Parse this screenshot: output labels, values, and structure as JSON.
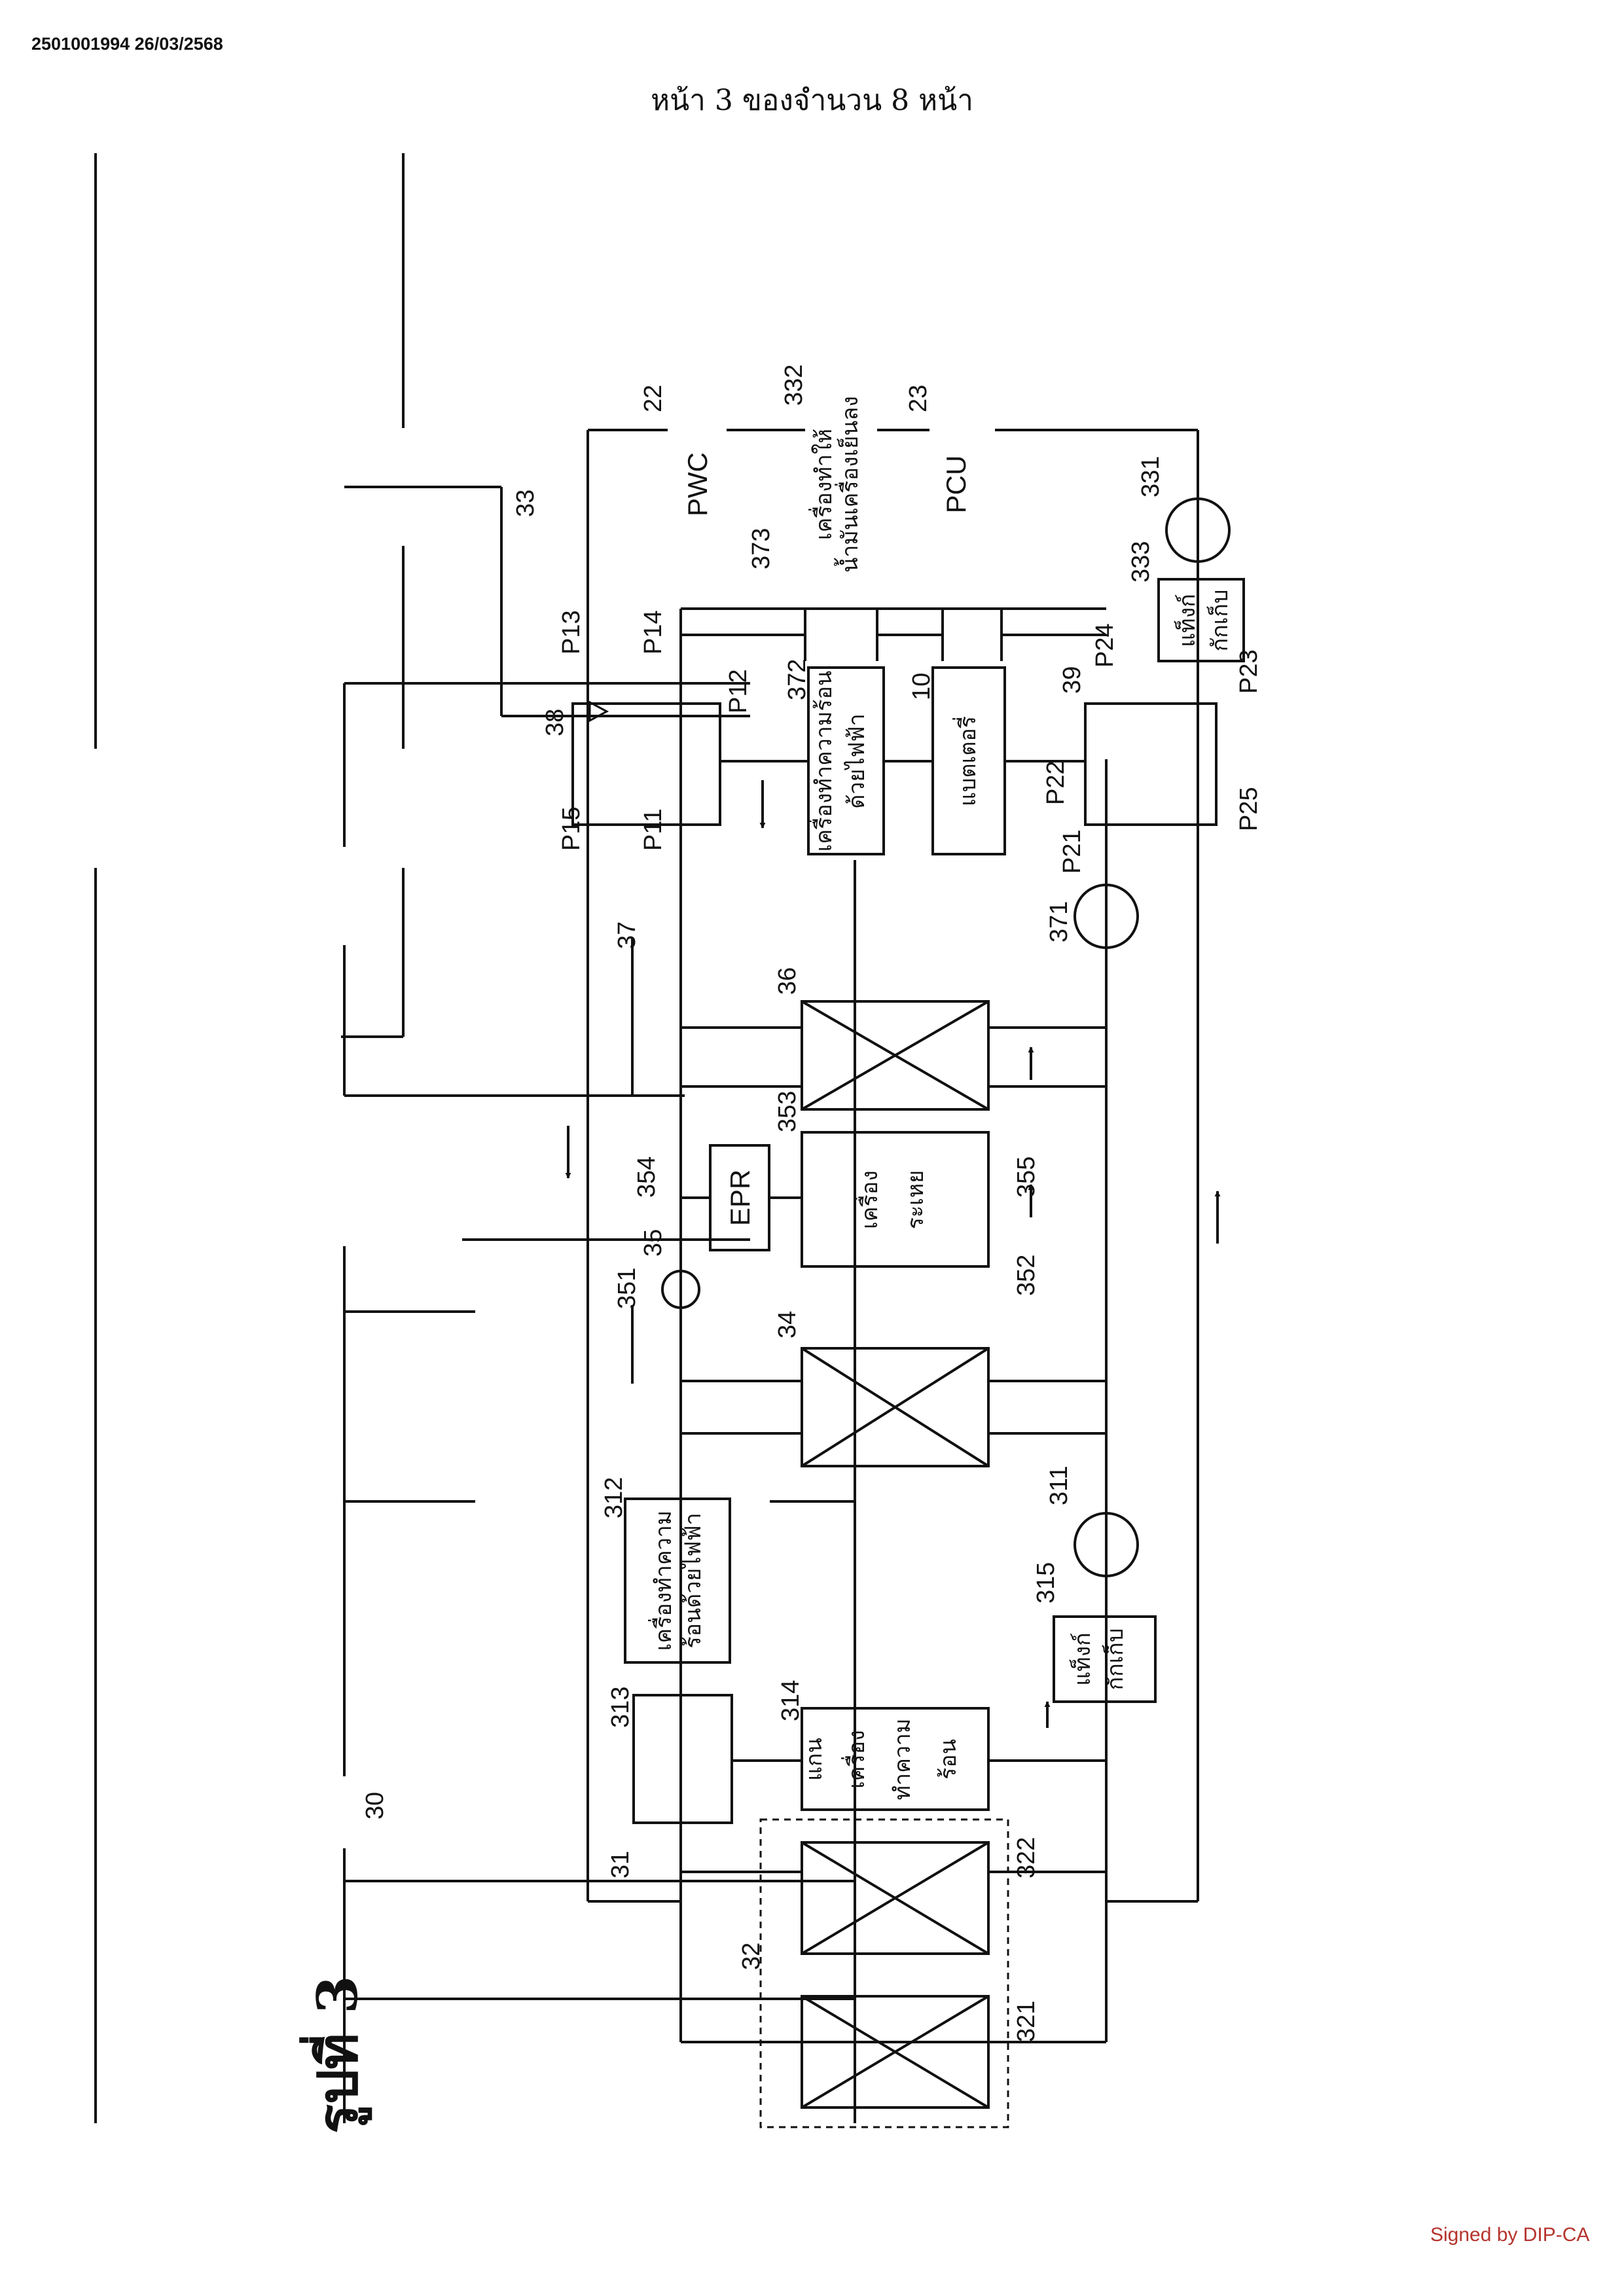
{
  "document": {
    "id_stamp": "2501001994 26/03/2568",
    "page_header": "หน้า 3 ของจำนวน 8 หน้า",
    "signature": "Signed by DIP-CA"
  },
  "figure": {
    "title": "รูปที่ 3",
    "boxes": {
      "pwc": "PWC",
      "pcu": "PCU",
      "epr": "EPR",
      "oil_cooler": [
        "เครื่องทำให้",
        "น้ำมันเครื่องเย็นลง"
      ],
      "heater_372": [
        "เครื่องทำความร้อน",
        "ด้วยไฟฟ้า"
      ],
      "battery": "แบตเตอรี่",
      "evaporator": [
        "เครื่อง",
        "ระเหย"
      ],
      "heater_312": [
        "เครื่องทำความ",
        "ร้อนด้วยไฟฟ้า"
      ],
      "heater_core": [
        "แกน",
        "เครื่อง",
        "ทำความ",
        "ร้อน"
      ],
      "tank_333": [
        "แท็งก์",
        "กักเก็บ"
      ],
      "tank_315": [
        "แท็งก์",
        "กักเก็บ"
      ]
    },
    "labels": {
      "l30": "30",
      "l31": "31",
      "l32": "32",
      "l33": "33",
      "l34": "34",
      "l35": "35",
      "l36": "36",
      "l37": "37",
      "l38": "38",
      "l39": "39",
      "l10": "10",
      "l22": "22",
      "l23": "23",
      "l311": "311",
      "l312": "312",
      "l313": "313",
      "l314": "314",
      "l315": "315",
      "l321": "321",
      "l322": "322",
      "l331": "331",
      "l332": "332",
      "l333": "333",
      "l351": "351",
      "l352": "352",
      "l353": "353",
      "l354": "354",
      "l355": "355",
      "l371": "371",
      "l372": "372",
      "l373": "373",
      "p11": "P11",
      "p12": "P12",
      "p13": "P13",
      "p14": "P14",
      "p15": "P15",
      "p21": "P21",
      "p22": "P22",
      "p23": "P23",
      "p24": "P24",
      "p25": "P25"
    }
  }
}
